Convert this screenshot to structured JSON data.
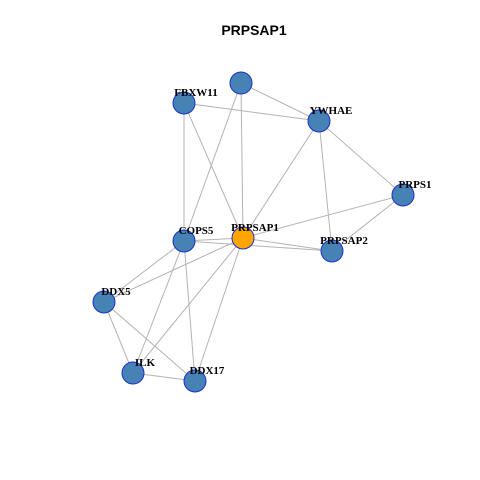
{
  "title": "PRPSAP1",
  "colors": {
    "node_fill": "#4682b4",
    "node_border": "#1a2fcc",
    "focus_fill": "#ffa500",
    "focus_border": "#4d3b00",
    "edge": "#b3b3b3"
  },
  "nodes": [
    {
      "id": "unlabeled",
      "label": "",
      "focus": false
    },
    {
      "id": "FBXW11",
      "label": "FBXW11",
      "focus": false
    },
    {
      "id": "YWHAE",
      "label": "YWHAE",
      "focus": false
    },
    {
      "id": "PRPS1",
      "label": "PRPS1",
      "focus": false
    },
    {
      "id": "COPS5",
      "label": "COPS5",
      "focus": false
    },
    {
      "id": "PRPSAP1",
      "label": "PRPSAP1",
      "focus": true
    },
    {
      "id": "PRPSAP2",
      "label": "PRPSAP2",
      "focus": false
    },
    {
      "id": "DDX5",
      "label": "DDX5",
      "focus": false
    },
    {
      "id": "ILK",
      "label": "ILK",
      "focus": false
    },
    {
      "id": "DDX17",
      "label": "DDX17",
      "focus": false
    }
  ],
  "edges": [
    [
      "unlabeled",
      "YWHAE"
    ],
    [
      "unlabeled",
      "COPS5"
    ],
    [
      "unlabeled",
      "PRPSAP1"
    ],
    [
      "FBXW11",
      "YWHAE"
    ],
    [
      "FBXW11",
      "COPS5"
    ],
    [
      "FBXW11",
      "PRPSAP1"
    ],
    [
      "YWHAE",
      "PRPS1"
    ],
    [
      "YWHAE",
      "PRPSAP1"
    ],
    [
      "YWHAE",
      "PRPSAP2"
    ],
    [
      "PRPS1",
      "PRPSAP1"
    ],
    [
      "PRPS1",
      "PRPSAP2"
    ],
    [
      "COPS5",
      "PRPSAP1"
    ],
    [
      "COPS5",
      "PRPSAP2"
    ],
    [
      "COPS5",
      "DDX5"
    ],
    [
      "COPS5",
      "ILK"
    ],
    [
      "COPS5",
      "DDX17"
    ],
    [
      "PRPSAP1",
      "PRPSAP2"
    ],
    [
      "PRPSAP1",
      "DDX5"
    ],
    [
      "PRPSAP1",
      "ILK"
    ],
    [
      "PRPSAP1",
      "DDX17"
    ],
    [
      "DDX5",
      "ILK"
    ],
    [
      "DDX5",
      "DDX17"
    ],
    [
      "ILK",
      "DDX17"
    ]
  ]
}
